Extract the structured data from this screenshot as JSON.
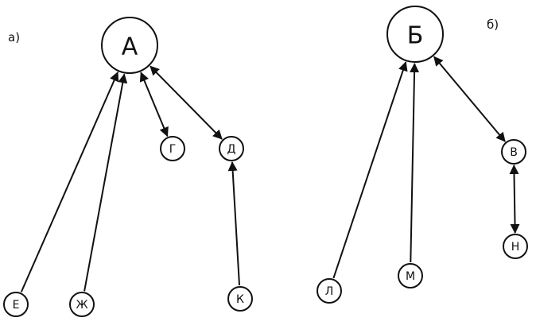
{
  "panels": {
    "a": {
      "label": "а)",
      "nodes": {
        "A": "А",
        "G": "Г",
        "D": "Д",
        "E": "Е",
        "ZH": "Ж",
        "K": "К"
      }
    },
    "b": {
      "label": "б)",
      "nodes": {
        "B": "Б",
        "V": "В",
        "N": "Н",
        "L": "Л",
        "M": "М"
      }
    }
  },
  "edges": [
    {
      "from": "E",
      "to": "A",
      "arrows": "end"
    },
    {
      "from": "ZH",
      "to": "A",
      "arrows": "end"
    },
    {
      "from": "A",
      "to": "G",
      "arrows": "both"
    },
    {
      "from": "A",
      "to": "D",
      "arrows": "both"
    },
    {
      "from": "K",
      "to": "D",
      "arrows": "end"
    },
    {
      "from": "L",
      "to": "B",
      "arrows": "end"
    },
    {
      "from": "M",
      "to": "B",
      "arrows": "end"
    },
    {
      "from": "B",
      "to": "V",
      "arrows": "both"
    },
    {
      "from": "V",
      "to": "N",
      "arrows": "both"
    }
  ]
}
